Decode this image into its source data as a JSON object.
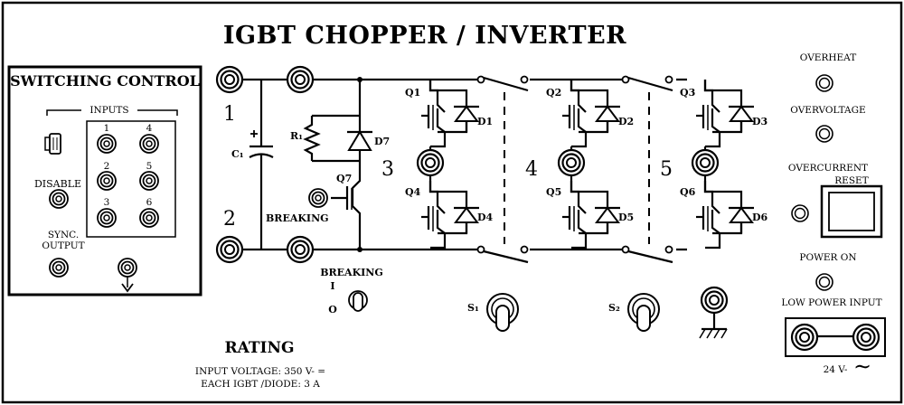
{
  "title": "IGBT CHOPPER / INVERTER",
  "switching_control": {
    "title": "SWITCHING CONTROL",
    "inputs_label": "INPUTS",
    "input_numbers": [
      "1",
      "4",
      "2",
      "5",
      "3",
      "6"
    ],
    "disable_label": "DISABLE",
    "sync_label_1": "SYNC.",
    "sync_label_2": "OUTPUT"
  },
  "terminals": {
    "t1": "1",
    "t2": "2"
  },
  "capacitor_label": "C₁",
  "resistor_label": "R₁",
  "diode7_label": "D7",
  "q7_label": "Q7",
  "breaking_label": "BREAKING",
  "section_labels": [
    "3",
    "4",
    "5"
  ],
  "igbts": {
    "q1": "Q1",
    "q2": "Q2",
    "q3": "Q3",
    "q4": "Q4",
    "q5": "Q5",
    "q6": "Q6",
    "d1": "D1",
    "d2": "D2",
    "d3": "D3",
    "d4": "D4",
    "d5": "D5",
    "d6": "D6"
  },
  "breaking_switch": {
    "label": "BREAKING",
    "on": "I",
    "off": "O"
  },
  "switches": {
    "s1": "S₁",
    "s2": "S₂"
  },
  "rating": {
    "title": "RATING",
    "line1": "INPUT VOLTAGE: 350 V- =",
    "line2": "EACH IGBT /DIODE: 3 A"
  },
  "indicators": {
    "overheat": "OVERHEAT",
    "overvoltage": "OVERVOLTAGE",
    "overcurrent": "OVERCURRENT",
    "reset": "RESET",
    "power_on": "POWER ON",
    "low_power_input": "LOW POWER INPUT",
    "supply": "24 V-",
    "supply_symbol": "∼"
  }
}
